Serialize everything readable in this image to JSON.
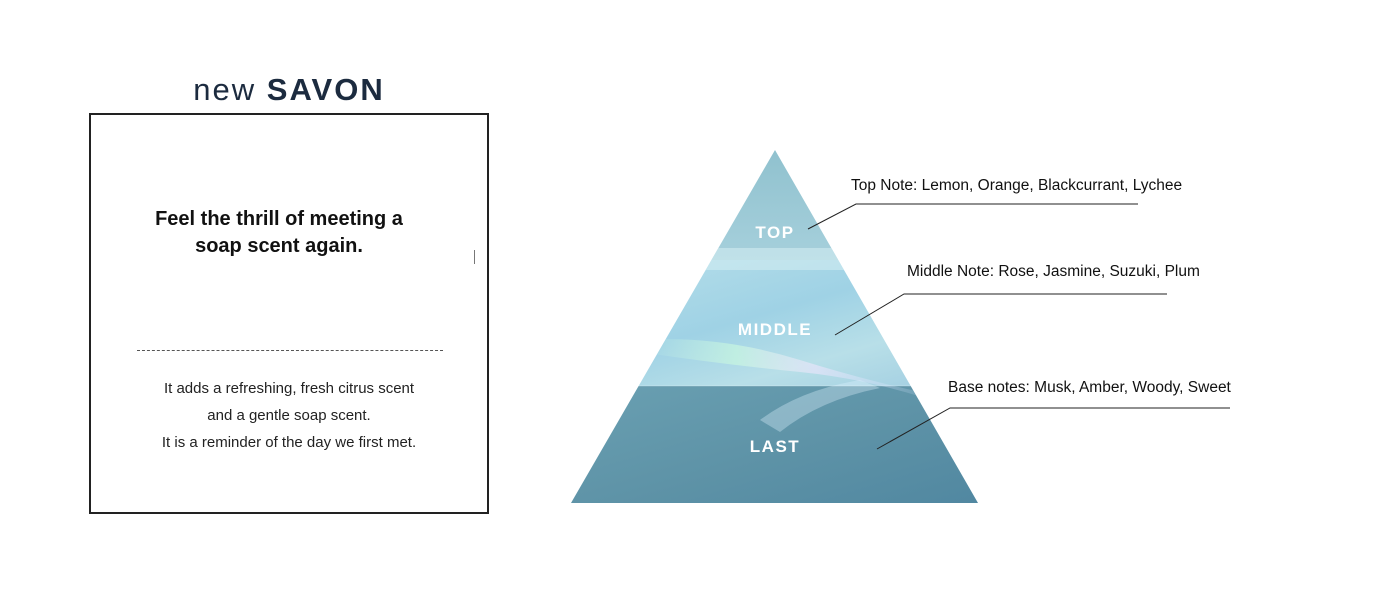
{
  "brand": {
    "prefix": "new",
    "name": "SAVON"
  },
  "card": {
    "headline_line1": "Feel the thrill of meeting a",
    "headline_line2": "soap scent again.",
    "description": [
      "It adds a refreshing, fresh citrus scent",
      "and a gentle soap scent.",
      "It is a reminder of the day we first met."
    ]
  },
  "pyramid": {
    "tiers": [
      {
        "label": "TOP",
        "note": "Top Note: Lemon, Orange, Blackcurrant, Lychee"
      },
      {
        "label": "MIDDLE",
        "note": "Middle Note: Rose, Jasmine, Suzuki, Plum"
      },
      {
        "label": "LAST",
        "note": "Base notes: Musk, Amber, Woody, Sweet"
      }
    ],
    "colors": {
      "top": "#9cc8d4",
      "middle": "#a8d6e6",
      "last": "#5f93a8",
      "leader_line": "#222222"
    }
  }
}
